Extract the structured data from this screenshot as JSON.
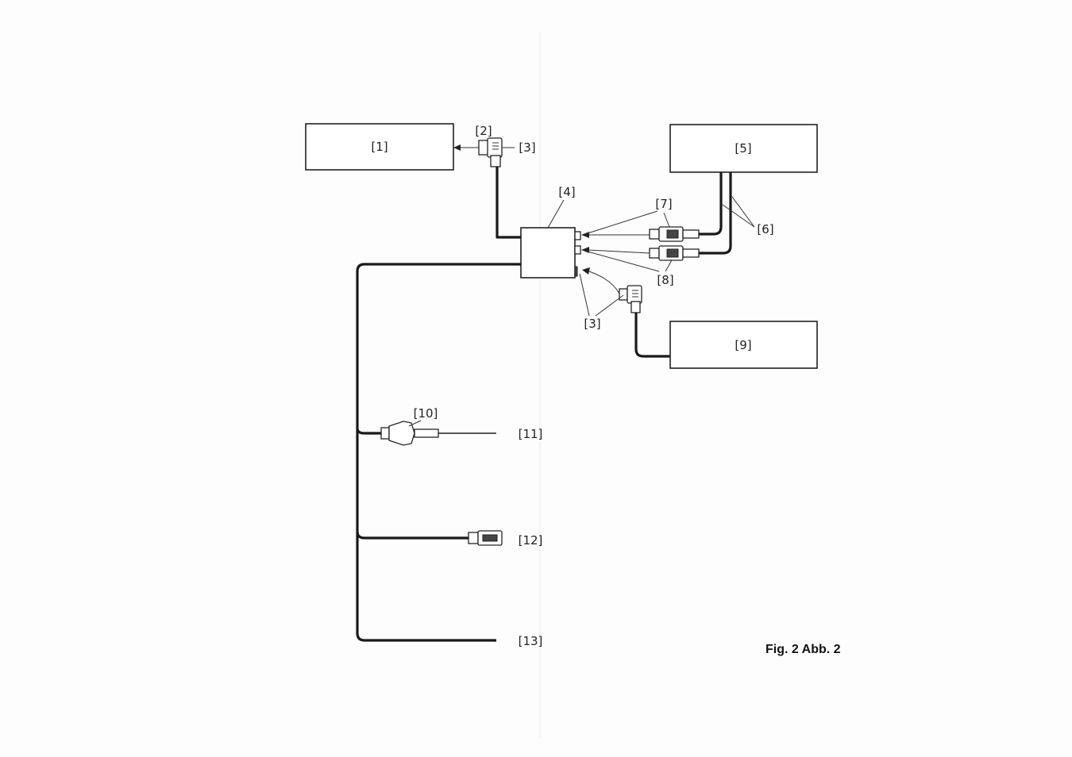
{
  "figure": {
    "caption": "Fig. 2  Abb. 2",
    "labels": {
      "l1": "[1]",
      "l2": "[2]",
      "l3a": "[3]",
      "l3b": "[3]",
      "l4": "[4]",
      "l5": "[5]",
      "l6": "[6]",
      "l7": "[7]",
      "l8": "[8]",
      "l9": "[9]",
      "l10": "[10]",
      "l11": "[11]",
      "l12": "[12]",
      "l13": "[13]"
    }
  }
}
